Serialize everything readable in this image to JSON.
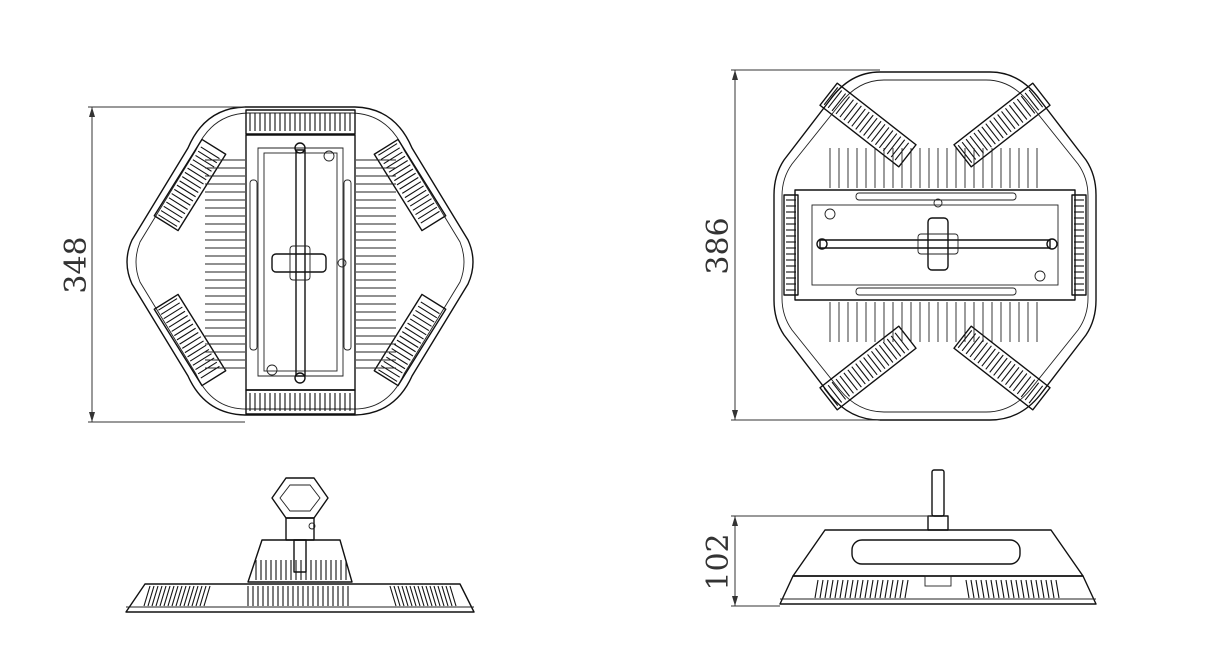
{
  "views": [
    {
      "name": "top-view-short",
      "dimension_label": "348"
    },
    {
      "name": "top-view-long",
      "dimension_label": "386"
    },
    {
      "name": "side-view-short"
    },
    {
      "name": "side-view-long",
      "dimension_label": "102"
    }
  ],
  "colors": {
    "line": "#111111",
    "background": "#ffffff"
  }
}
